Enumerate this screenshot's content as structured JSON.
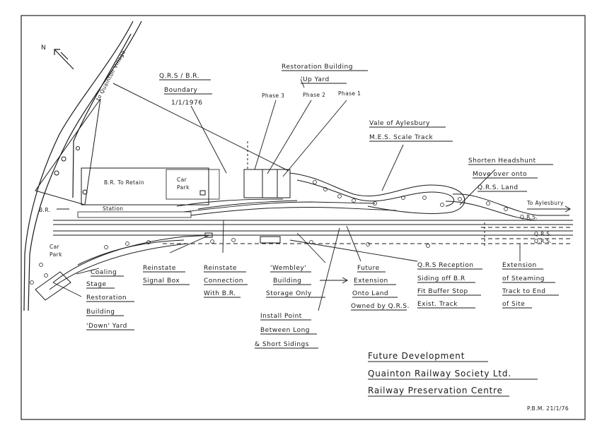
{
  "labels": {
    "quainton_village": "to Quainton Village",
    "north": "N",
    "qrs_br_boundary_1": "Q.R.S / B.R.",
    "qrs_br_boundary_2": "Boundary",
    "qrs_br_boundary_3": "1/1/1976",
    "restoration_up_1": "Restoration Building",
    "restoration_up_2": "'Up Yard",
    "phase3": "Phase 3",
    "phase2": "Phase 2",
    "phase1": "Phase 1",
    "vale_1": "Vale of Aylesbury",
    "vale_2": "M.E.S. Scale Track",
    "shorten_1": "Shorten Headshunt",
    "shorten_2": "Move over onto",
    "shorten_3": "Q.R.S. Land",
    "to_aylesbury": "To Aylesbury",
    "br_to_retain": "B.R. To Retain",
    "car_park_top_1": "Car",
    "car_park_top_2": "Park",
    "station": "Station",
    "br_left": "B.R.",
    "car_park_left_1": "Car",
    "car_park_left_2": "Park",
    "qrs_track_1": "Q.R.S.",
    "qrs_track_2": "Q.R.S.",
    "qrs_track_3": "Q.R.S.",
    "coaling_1": "Coaling",
    "coaling_2": "Stage",
    "restoration_down_1": "Restoration",
    "restoration_down_2": "Building",
    "restoration_down_3": "'Down' Yard",
    "reinstate_signal_1": "Reinstate",
    "reinstate_signal_2": "Signal Box",
    "reinstate_conn_1": "Reinstate",
    "reinstate_conn_2": "Connection",
    "reinstate_conn_3": "With B.R.",
    "wembley_1": "'Wembley'",
    "wembley_2": "Building",
    "wembley_3": "Storage Only",
    "future_ext_1": "Future",
    "future_ext_2": "Extension",
    "future_ext_3": "Onto Land",
    "future_ext_4": "Owned by Q.R.S.",
    "reception_1": "Q.R.S Reception",
    "reception_2": "Siding off B.R",
    "reception_3": "Fit Buffer Stop",
    "reception_4": "Exist. Track",
    "steaming_1": "Extension",
    "steaming_2": "of Steaming",
    "steaming_3": "Track to End",
    "steaming_4": "of Site",
    "install_1": "Install Point",
    "install_2": "Between Long",
    "install_3": "& Short Sidings"
  },
  "title_block": {
    "line1": "Future Development",
    "line2": "Quainton Railway Society Ltd.",
    "line3": "Railway Preservation Centre"
  },
  "signature": "P.B.M. 21/1/76"
}
